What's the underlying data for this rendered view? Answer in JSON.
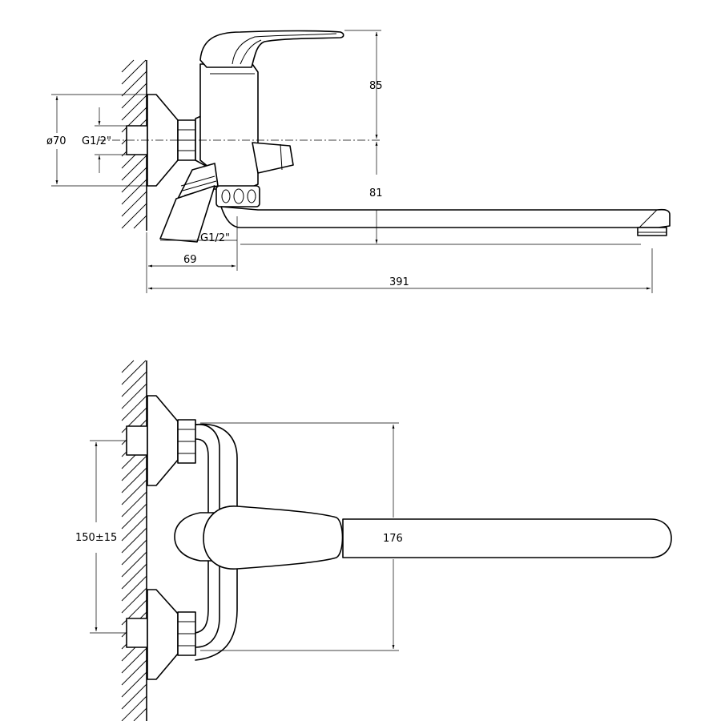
{
  "labels": {
    "height_handle": "85",
    "height_spout": "81",
    "diameter_flange": "ø70",
    "thread_inlet": "G1/2\"",
    "thread_outlet": "G1/2\"",
    "offset": "69",
    "spout_length": "391",
    "center_distance": "150±15",
    "spout_top_length": "176"
  }
}
